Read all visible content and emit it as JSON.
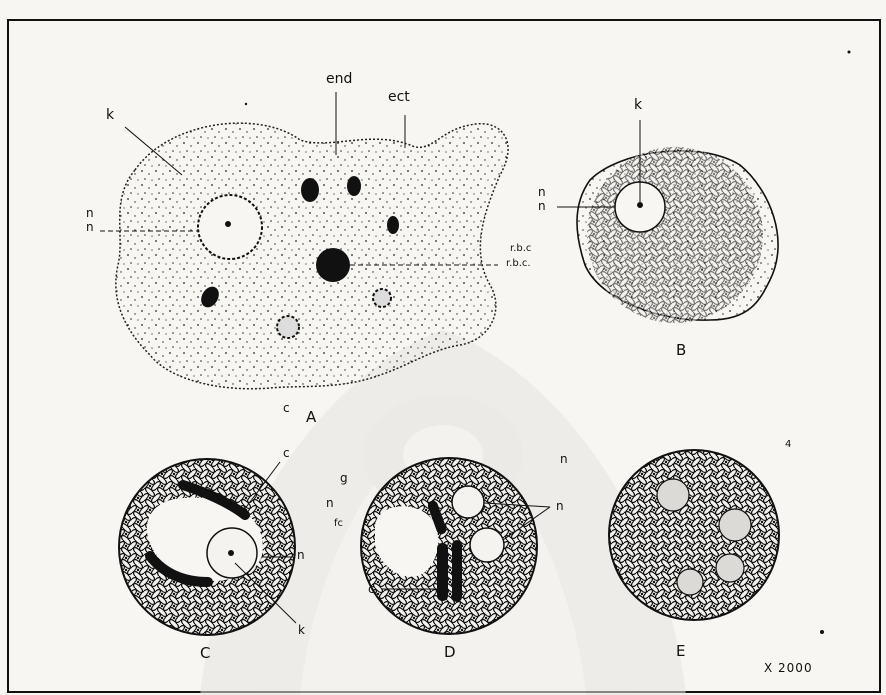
{
  "labels": {
    "end": "end",
    "ect": "ect",
    "k_A": "k",
    "n1_A": "n",
    "n2_A": "n",
    "rbc1_A": "r.b.c",
    "rbc2_A": "r.b.c.",
    "c_A": "c",
    "A": "A",
    "k_B": "k",
    "n1_B": "n",
    "n2_B": "n",
    "B": "B",
    "c_C": "c",
    "k_C": "k",
    "n_C": "n",
    "C": "C",
    "g_mid": "g",
    "n_mid": "n",
    "fc_mid": "fc",
    "n_D_top": "n",
    "n_D_right": "n",
    "c_D": "c",
    "D": "D",
    "E": "E",
    "mark_4": "4",
    "magnification": "X 2000"
  },
  "colors": {
    "paper": "#f7f6f2",
    "ink": "#111111",
    "watermark": "#ebe9e6"
  }
}
